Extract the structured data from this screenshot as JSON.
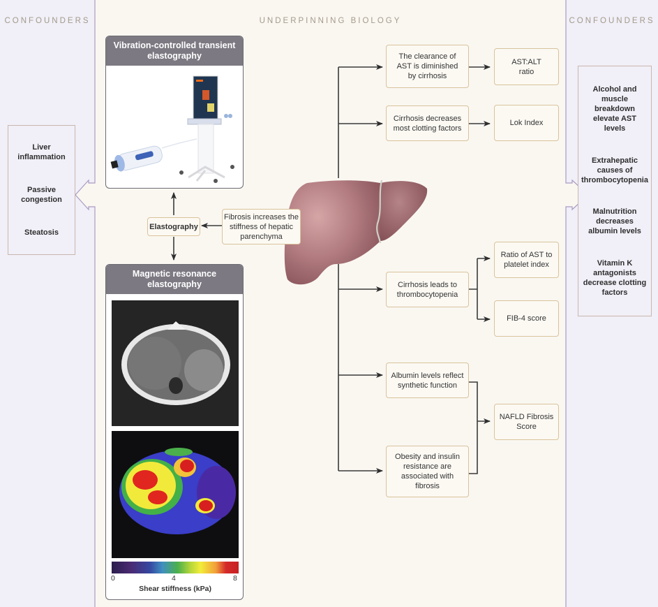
{
  "headings": {
    "left": "CONFOUNDERS",
    "center": "UNDERPINNING BIOLOGY",
    "right": "CONFOUNDERS"
  },
  "left_confounders": [
    "Liver inflammation",
    "Passive congestion",
    "Steatosis"
  ],
  "right_confounders": [
    "Alcohol and muscle breakdown elevate AST levels",
    "Extrahepatic causes of thrombocytopenia",
    "Malnutrition decreases albumin levels",
    "Vitamin K antagonists decrease clotting factors"
  ],
  "elastography": {
    "vcte_title": "Vibration-controlled transient elastography",
    "mre_title": "Magnetic resonance elastography",
    "center_label": "Elastography",
    "mechanism": "Fibrosis increases the stiffness of hepatic parenchyma",
    "colorbar": {
      "ticks": [
        "0",
        "4",
        "8"
      ],
      "label": "Shear stiffness (kPa)",
      "range_kpa": [
        0,
        8
      ]
    }
  },
  "mechanisms": {
    "ast_clearance": "The clearance of AST is diminished by cirrhosis",
    "clotting": "Cirrhosis decreases most clotting factors",
    "thrombocytopenia": "Cirrhosis leads to thrombocytopenia",
    "albumin": "Albumin levels reflect synthetic function",
    "obesity": "Obesity and insulin resistance are associated with fibrosis"
  },
  "scores": {
    "ast_alt": "AST:ALT ratio",
    "lok": "Lok Index",
    "apri": "Ratio of AST to platelet index",
    "fib4": "FIB-4 score",
    "nafld": "NAFLD Fibrosis Score"
  },
  "colors": {
    "center_bg": "#faf7f1",
    "side_bg": "#f1eff7",
    "box_border": "#d9c39b",
    "card_header": "#7c7982",
    "arrow": "#2e2e2e"
  }
}
